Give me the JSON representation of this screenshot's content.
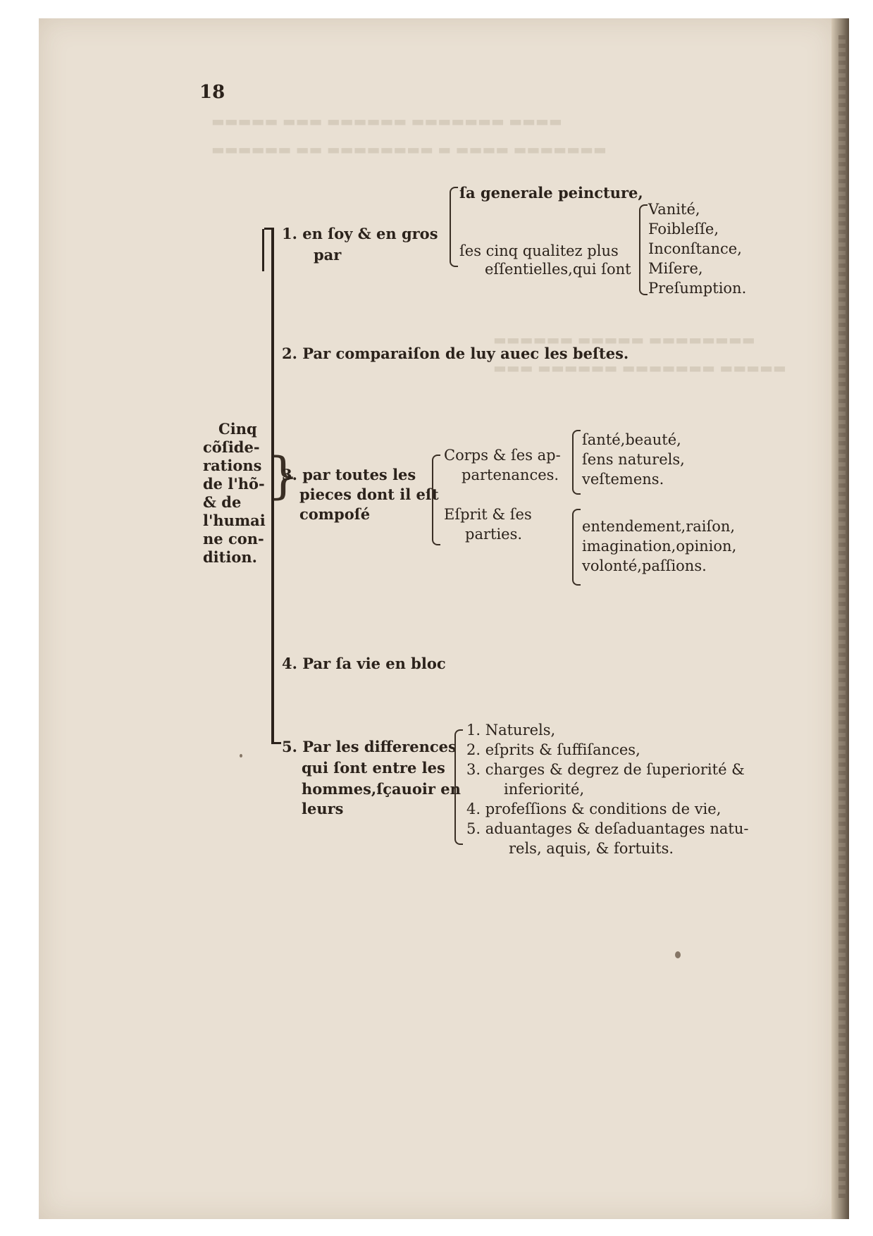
{
  "page_number": "18",
  "root": {
    "lines": [
      "Cinq",
      "cõſide-",
      "rations",
      "de l'hõ-",
      "& de",
      "l'humai",
      "ne con-",
      "dition."
    ]
  },
  "branch1": {
    "label_line1": "1. en ſoy & en gros",
    "label_line2": "par",
    "sub_a": "ſa generale peincture,",
    "sub_b_line1": "ſes cinq qualitez plus",
    "sub_b_line2": "eſſentielles,qui ſont",
    "qualities": [
      "Vanité,",
      "Foibleſſe,",
      "Inconſtance,",
      "Miſere,",
      "Preſumption."
    ]
  },
  "branch2": {
    "label": "2. Par comparaiſon de luy auec les beſtes."
  },
  "branch3": {
    "label_line1": "3. par toutes les",
    "label_line2": "pieces dont il eſt",
    "label_line3": "compoſé",
    "corps_line1": "Corps & ſes ap-",
    "corps_line2": "partenances.",
    "corps_items": [
      "ſanté,beauté,",
      "ſens naturels,",
      "veſtemens."
    ],
    "esprit_line1": "Eſprit & ſes",
    "esprit_line2": "parties.",
    "esprit_items": [
      "entendement,raiſon,",
      "imagination,opinion,",
      "volonté,paſſions."
    ]
  },
  "branch4": {
    "label": "4. Par ſa vie en bloc"
  },
  "branch5": {
    "label_line1": "5. Par les differences",
    "label_line2": "qui ſont entre les",
    "label_line3": "hommes,ſçauoir en",
    "label_line4": "leurs",
    "items": [
      "1. Naturels,",
      "2. eſprits & ſuffiſances,",
      "3. charges & degrez de ſuperiorité &",
      "inferiorité,",
      "4. profeſſions & conditions de vie,",
      "5. aduantages & deſaduantages natu-",
      "rels, aquis, & fortuits."
    ]
  }
}
